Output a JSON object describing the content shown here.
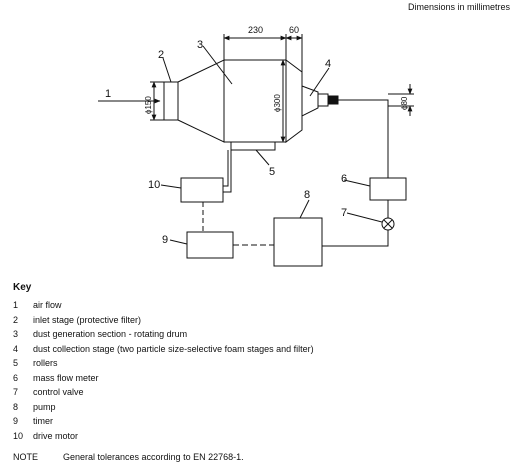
{
  "header": {
    "units_note": "Dimensions in millimetres"
  },
  "diagram": {
    "dimensions": {
      "d_230": "230",
      "d_60": "60",
      "d_150": "ϕ150",
      "d_300": "ϕ300",
      "d_80": "ϕ80"
    },
    "callouts": {
      "c1": "1",
      "c2": "2",
      "c3": "3",
      "c4": "4",
      "c5": "5",
      "c6": "6",
      "c7": "7",
      "c8": "8",
      "c9": "9",
      "c10": "10"
    }
  },
  "key": {
    "title": "Key",
    "items": [
      {
        "num": "1",
        "label": "air flow"
      },
      {
        "num": "2",
        "label": "inlet stage (protective filter)"
      },
      {
        "num": "3",
        "label": "dust generation section - rotating drum"
      },
      {
        "num": "4",
        "label": "dust collection stage (two particle size-selective foam stages and filter)"
      },
      {
        "num": "5",
        "label": "rollers"
      },
      {
        "num": "6",
        "label": "mass flow meter"
      },
      {
        "num": "7",
        "label": "control valve"
      },
      {
        "num": "8",
        "label": "pump"
      },
      {
        "num": "9",
        "label": "timer"
      },
      {
        "num": "10",
        "label": "drive motor"
      }
    ]
  },
  "note": {
    "label": "NOTE",
    "text": "General tolerances according to EN 22768-1."
  }
}
